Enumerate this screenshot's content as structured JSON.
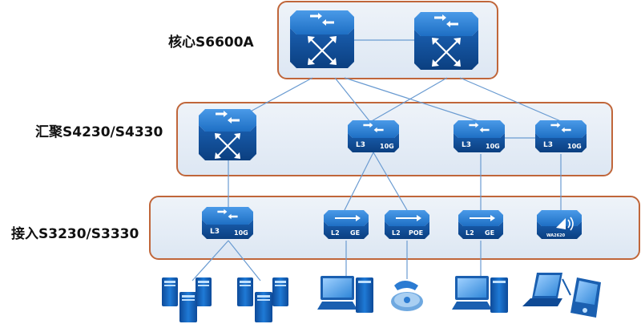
{
  "layers": {
    "core": {
      "label": "核心S6600A"
    },
    "aggregation": {
      "label": "汇聚S4230/S4330"
    },
    "access": {
      "label": "接入S3230/S3330"
    }
  },
  "devices": {
    "agg_l3": "L3",
    "agg_10g": "10G",
    "access_l3": "L3",
    "access_10g": "10G",
    "l2": "L2",
    "ge": "GE",
    "poe": "POE",
    "wlan": "WA2620"
  },
  "colors": {
    "layer_border": "#c0663a",
    "layer_fill": "#e6edf6",
    "device_blue": "#1565c0",
    "link": "#6a9bd1"
  }
}
